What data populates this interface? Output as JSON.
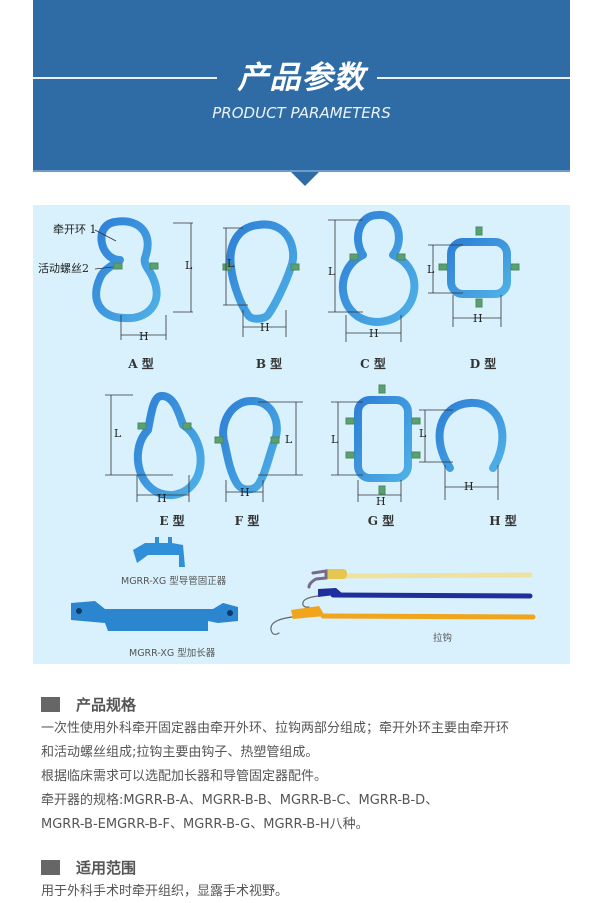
{
  "header": {
    "title": "产品参数",
    "subtitle": "PRODUCT PARAMETERS",
    "background_color": "#2f6ca6"
  },
  "diagram": {
    "background_color": "#d8f1fd",
    "labels": {
      "ring": "牵开环 1",
      "screw": "活动螺丝2"
    },
    "dimension_labels": {
      "length": "L",
      "width": "H"
    },
    "types": [
      {
        "id": "A",
        "caption": "A 型"
      },
      {
        "id": "B",
        "caption": "B 型"
      },
      {
        "id": "C",
        "caption": "C 型"
      },
      {
        "id": "D",
        "caption": "D 型"
      },
      {
        "id": "E",
        "caption": "E 型"
      },
      {
        "id": "F",
        "caption": "F 型"
      },
      {
        "id": "G",
        "caption": "G 型"
      },
      {
        "id": "H",
        "caption": "H 型"
      }
    ],
    "accessories": [
      {
        "caption": "MGRR-XG 型导管固正器"
      },
      {
        "caption": "MGRR-XG 型加长器"
      },
      {
        "caption": "拉钩"
      }
    ]
  },
  "sections": [
    {
      "heading": "产品规格",
      "lines": [
        "一次性使用外科牵开固定器由牵开外环、拉钩两部分组成；牵开外环主要由牵开环",
        "和活动螺丝组成;拉钩主要由钩子、热塑管组成。",
        "根据临床需求可以选配加长器和导管固定器配件。",
        "牵开器的规格:MGRR-B-A、MGRR-B-B、MGRR-B-C、MGRR-B-D、",
        "MGRR-B-EMGRR-B-F、MGRR-B-G、MGRR-B-H八种。"
      ]
    },
    {
      "heading": "适用范围",
      "lines": [
        "用于外科手术时牵开组织，显露手术视野。"
      ]
    }
  ]
}
